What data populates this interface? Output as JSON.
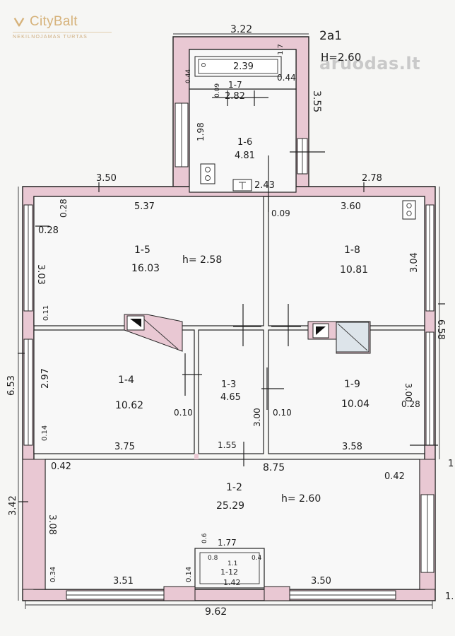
{
  "brand": {
    "name": "CityBalt",
    "tagline": "NEKILNOJAMAS TURTAS",
    "accent": "#d6b27a"
  },
  "watermark": "aruodas.lt",
  "unit_ref": {
    "code": "2a1",
    "ceiling": "H=2.60"
  },
  "rooms": {
    "r17": {
      "id": "1-7",
      "area": "2.82"
    },
    "r16": {
      "id": "1-6",
      "area": "4.81"
    },
    "r15": {
      "id": "1-5",
      "area": "16.03",
      "height": "h= 2.58"
    },
    "r18": {
      "id": "1-8",
      "area": "10.81"
    },
    "r14": {
      "id": "1-4",
      "area": "10.62"
    },
    "r13": {
      "id": "1-3",
      "area": "4.65"
    },
    "r19": {
      "id": "1-9",
      "area": "10.04"
    },
    "r12": {
      "id": "1-2",
      "area": "25.29",
      "height": "h= 2.60"
    },
    "r112": {
      "id": "1-12",
      "area": "1.42"
    }
  },
  "dims": {
    "top_width": "3.22",
    "d239": "2.39",
    "d044a": "0.44",
    "d044b": "0.44",
    "d17": "1.7",
    "d355": "3.55",
    "d009a": "0.09",
    "d198": "1.98",
    "d243": "2.43",
    "d350_top": "3.50",
    "d278": "2.78",
    "d537": "5.37",
    "d028a": "0.28",
    "d028b": "0.28",
    "d009b": "0.09",
    "d360": "3.60",
    "d303": "3.03",
    "d304": "3.04",
    "d011": "0.11",
    "d658": "6.58",
    "d653": "6.53",
    "d297": "2.97",
    "d010a": "0.10",
    "d300a": "3.00",
    "d010b": "0.10",
    "d300b": "3.00",
    "d028c": "0.28",
    "d014": "0.14",
    "d375": "3.75",
    "d155": "1.55",
    "d358": "3.58",
    "d042a": "0.42",
    "d875": "8.75",
    "d042b": "0.42",
    "d342": "3.42",
    "d308": "3.08",
    "d177": "1.77",
    "d06": "0.6",
    "d08": "0.8",
    "d11": "1.1",
    "d04": "0.4",
    "d034": "0.34",
    "d351": "3.51",
    "d014b": "0.14",
    "d350_bot": "3.50",
    "d962": "9.62",
    "edge1": "1",
    "edge2": "1."
  }
}
